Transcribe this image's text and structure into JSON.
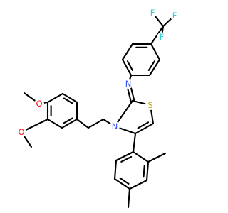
{
  "molecule": {
    "atoms": [
      {
        "id": "F1",
        "label": "F",
        "color": "#33cccc"
      },
      {
        "id": "F2",
        "label": "F",
        "color": "#33cccc"
      },
      {
        "id": "F3",
        "label": "F",
        "color": "#33cccc"
      },
      {
        "id": "N_imine",
        "label": "N",
        "color": "#3050f8"
      },
      {
        "id": "S1",
        "label": "S",
        "color": "#c8a400"
      },
      {
        "id": "N_ring",
        "label": "N",
        "color": "#3050f8"
      },
      {
        "id": "O1",
        "label": "O",
        "color": "#ff0d0d"
      },
      {
        "id": "O2",
        "label": "O",
        "color": "#ff0d0d"
      }
    ],
    "bond_color": "#000000"
  }
}
